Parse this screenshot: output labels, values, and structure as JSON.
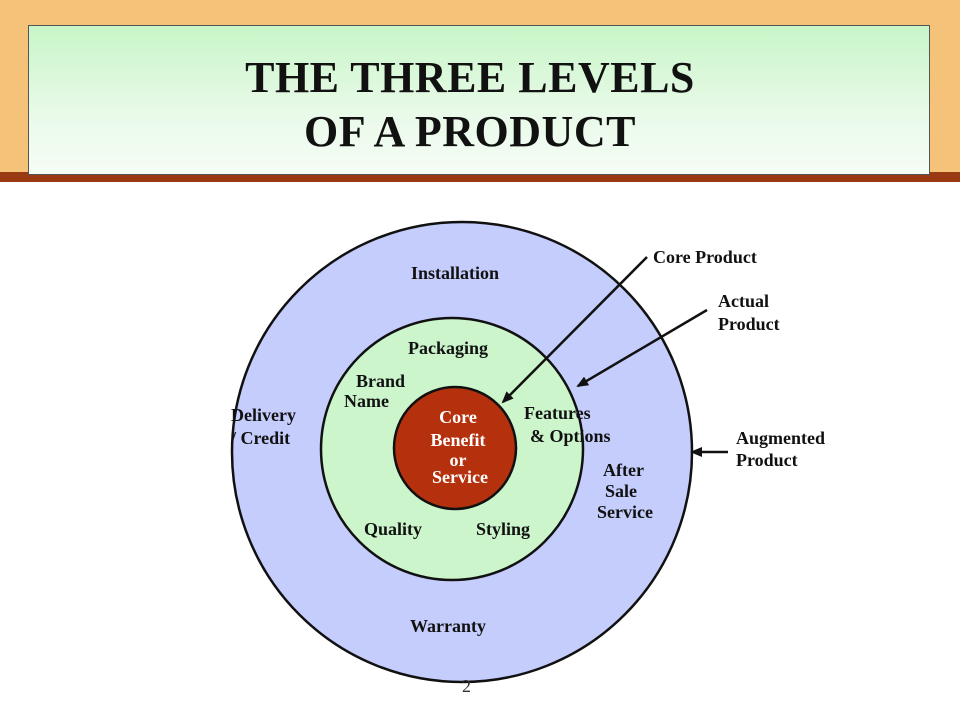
{
  "title": {
    "line1": "THE THREE LEVELS",
    "line2": "OF A PRODUCT"
  },
  "diagram": {
    "core_ring": {
      "lines": [
        "Core",
        "Benefit",
        "or",
        "Service"
      ],
      "color": "#b5300d"
    },
    "actual_ring": {
      "color": "#ccf5cc",
      "items": {
        "packaging": "Packaging",
        "brand_name": [
          "Brand",
          "Name"
        ],
        "features": [
          "Features",
          "& Options"
        ],
        "quality": "Quality",
        "styling": "Styling"
      }
    },
    "augmented_ring": {
      "color": "#c4cdfc",
      "items": {
        "installation": "Installation",
        "delivery": [
          "Delivery",
          "/ Credit"
        ],
        "after_sale": [
          "After",
          "Sale",
          "Service"
        ],
        "warranty": "Warranty"
      }
    },
    "callouts": {
      "core_product": "Core Product",
      "actual_product": [
        "Actual",
        "Product"
      ],
      "augmented_product": [
        "Augmented",
        "Product"
      ]
    }
  },
  "page_number": "2",
  "colors": {
    "top_band": "#f5c27a",
    "rule_line": "#9a3a12"
  }
}
